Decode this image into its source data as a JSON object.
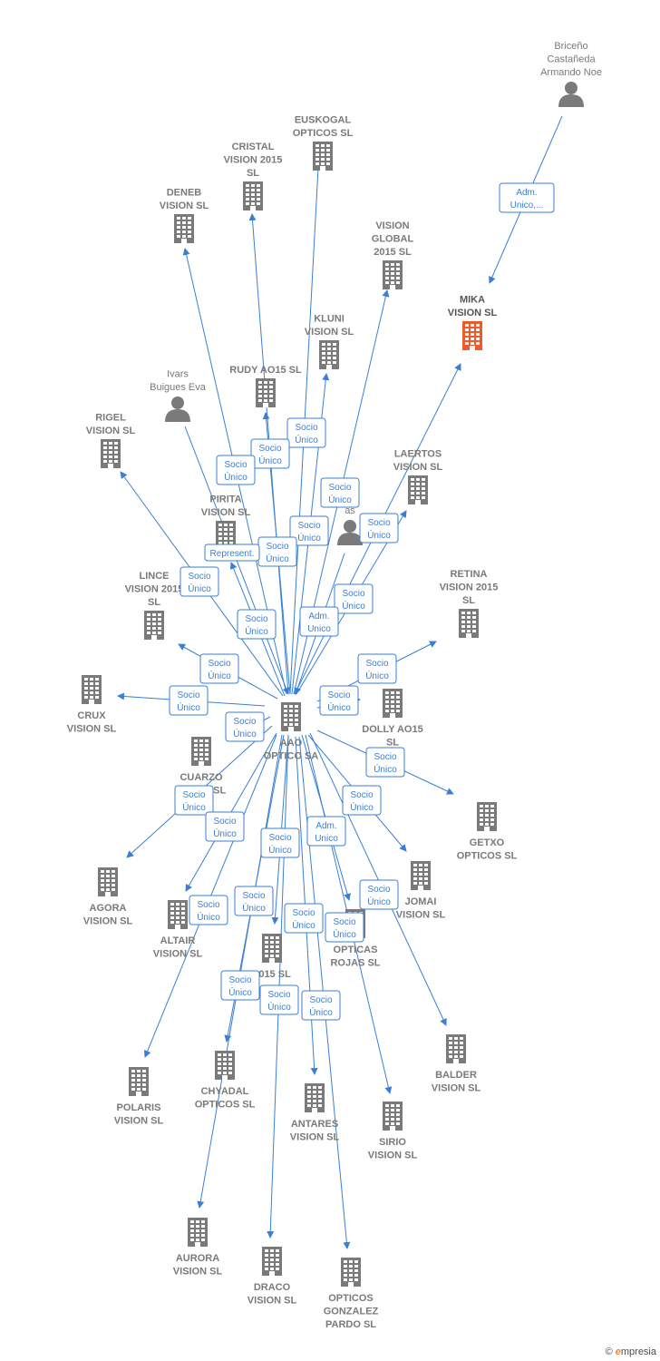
{
  "colors": {
    "edge": "#3a7fd5",
    "company": "#7a7a7a",
    "company_highlight": "#f05a28",
    "person": "#7a7a7a"
  },
  "nodes": [
    {
      "id": "aao",
      "label": [
        "AAO",
        "OPTICO SA"
      ],
      "kind": "company"
    },
    {
      "id": "mika",
      "label": [
        "MIKA",
        "VISION  SL"
      ],
      "kind": "company_highlight"
    },
    {
      "id": "briceno",
      "label": [
        "Briceño",
        "Castañeda",
        "Armando Noe"
      ],
      "kind": "person"
    },
    {
      "id": "euskogal",
      "label": [
        "EUSKOGAL",
        "OPTICOS  SL"
      ],
      "kind": "company"
    },
    {
      "id": "cristal",
      "label": [
        "CRISTAL",
        "VISION 2015",
        "SL"
      ],
      "kind": "company"
    },
    {
      "id": "deneb",
      "label": [
        "DENEB",
        "VISION  SL"
      ],
      "kind": "company"
    },
    {
      "id": "visionglobal",
      "label": [
        "VISION",
        "GLOBAL",
        "2015  SL"
      ],
      "kind": "company"
    },
    {
      "id": "kluni",
      "label": [
        "KLUNI",
        "VISION  SL"
      ],
      "kind": "company"
    },
    {
      "id": "rudy",
      "label": [
        "RUDY AO15  SL"
      ],
      "kind": "company"
    },
    {
      "id": "ivars",
      "label": [
        "Ivars",
        "Buigues Eva"
      ],
      "kind": "person"
    },
    {
      "id": "rigel",
      "label": [
        "RIGEL",
        "VISION  SL"
      ],
      "kind": "company"
    },
    {
      "id": "laertos",
      "label": [
        "LAERTOS",
        "VISION  SL"
      ],
      "kind": "company"
    },
    {
      "id": "pirita",
      "label": [
        "PIRITA",
        "VISION  SL"
      ],
      "kind": "company"
    },
    {
      "id": "person2",
      "label": [
        "as"
      ],
      "kind": "person"
    },
    {
      "id": "lince",
      "label": [
        "LINCE",
        "VISION 2015",
        "SL"
      ],
      "kind": "company"
    },
    {
      "id": "retina",
      "label": [
        "RETINA",
        "VISION 2015",
        "SL"
      ],
      "kind": "company"
    },
    {
      "id": "crux",
      "label": [
        "CRUX",
        "VISION  SL"
      ],
      "kind": "company"
    },
    {
      "id": "dolly",
      "label": [
        "DOLLY AO15",
        "SL"
      ],
      "kind": "company"
    },
    {
      "id": "cuarzo",
      "label": [
        "CUARZO",
        "VISION  SL"
      ],
      "kind": "company"
    },
    {
      "id": "getxo",
      "label": [
        "GETXO",
        "OPTICOS  SL"
      ],
      "kind": "company"
    },
    {
      "id": "agora",
      "label": [
        "AGORA",
        "VISION  SL"
      ],
      "kind": "company"
    },
    {
      "id": "jomai",
      "label": [
        "JOMAI",
        "VISION  SL"
      ],
      "kind": "company"
    },
    {
      "id": "altair",
      "label": [
        "ALTAIR",
        "VISION  SL"
      ],
      "kind": "company"
    },
    {
      "id": "x2015",
      "label": [
        "2015  SL"
      ],
      "kind": "company"
    },
    {
      "id": "opticasrojas",
      "label": [
        "OPTICAS",
        "ROJAS SL"
      ],
      "kind": "company"
    },
    {
      "id": "balder",
      "label": [
        "BALDER",
        "VISION  SL"
      ],
      "kind": "company"
    },
    {
      "id": "polaris",
      "label": [
        "POLARIS",
        "VISION  SL"
      ],
      "kind": "company"
    },
    {
      "id": "chyadal",
      "label": [
        "CHYADAL",
        "OPTICOS  SL"
      ],
      "kind": "company"
    },
    {
      "id": "antares",
      "label": [
        "ANTARES",
        "VISION  SL"
      ],
      "kind": "company"
    },
    {
      "id": "sirio",
      "label": [
        "SIRIO",
        "VISION  SL"
      ],
      "kind": "company"
    },
    {
      "id": "aurora",
      "label": [
        "AURORA",
        "VISION  SL"
      ],
      "kind": "company"
    },
    {
      "id": "draco",
      "label": [
        "DRACO",
        "VISION  SL"
      ],
      "kind": "company"
    },
    {
      "id": "gonzalez",
      "label": [
        "OPTICOS",
        "GONZALEZ",
        "PARDO  SL"
      ],
      "kind": "company"
    }
  ],
  "edges": [
    {
      "from": "briceno",
      "to": "mika",
      "label": [
        "Adm.",
        "Unico,..."
      ]
    },
    {
      "from": "aao",
      "to": "euskogal",
      "label": [
        "Socio",
        "Único"
      ]
    },
    {
      "from": "aao",
      "to": "cristal",
      "label": [
        "Socio",
        "Único"
      ]
    },
    {
      "from": "aao",
      "to": "deneb",
      "label": [
        "Socio",
        "Único"
      ]
    },
    {
      "from": "aao",
      "to": "visionglobal",
      "label": [
        "Socio",
        "Único"
      ]
    },
    {
      "from": "aao",
      "to": "kluni",
      "label": [
        "Socio",
        "Único"
      ]
    },
    {
      "from": "aao",
      "to": "rudy",
      "label": [
        "Socio",
        "Único"
      ]
    },
    {
      "from": "ivars",
      "to": "aao",
      "label": [
        "Represent."
      ]
    },
    {
      "from": "aao",
      "to": "rigel",
      "label": [
        "Socio",
        "Único"
      ]
    },
    {
      "from": "aao",
      "to": "laertos",
      "label": [
        "Socio",
        "Único"
      ]
    },
    {
      "from": "aao",
      "to": "mika",
      "label": [
        "Socio",
        "Único"
      ]
    },
    {
      "from": "aao",
      "to": "pirita",
      "label": [
        "Socio",
        "Único"
      ]
    },
    {
      "from": "person2",
      "to": "aao",
      "label": [
        "Adm.",
        "Unico"
      ]
    },
    {
      "from": "aao",
      "to": "lince",
      "label": [
        "Socio",
        "Único"
      ]
    },
    {
      "from": "aao",
      "to": "retina",
      "label": [
        "Socio",
        "Único"
      ]
    },
    {
      "from": "aao",
      "to": "crux",
      "label": [
        "Socio",
        "Único"
      ]
    },
    {
      "from": "aao",
      "to": "dolly",
      "label": [
        "Socio",
        "Único"
      ]
    },
    {
      "from": "aao",
      "to": "cuarzo",
      "label": [
        "Socio",
        "Único"
      ]
    },
    {
      "from": "aao",
      "to": "getxo",
      "label": [
        "Socio",
        "Único"
      ]
    },
    {
      "from": "aao",
      "to": "agora",
      "label": [
        "Socio",
        "Único"
      ]
    },
    {
      "from": "aao",
      "to": "jomai",
      "label": [
        "Socio",
        "Único"
      ]
    },
    {
      "from": "aao",
      "to": "altair",
      "label": [
        "Socio",
        "Único"
      ]
    },
    {
      "from": "aao",
      "to": "x2015",
      "label": [
        "Socio",
        "Único"
      ]
    },
    {
      "from": "aao",
      "to": "opticasrojas",
      "label": [
        "Adm.",
        "Unico"
      ]
    },
    {
      "from": "aao",
      "to": "balder",
      "label": [
        "Socio",
        "Único"
      ]
    },
    {
      "from": "aao",
      "to": "polaris",
      "label": [
        "Socio",
        "Único"
      ]
    },
    {
      "from": "aao",
      "to": "chyadal",
      "label": [
        "Socio",
        "Único"
      ]
    },
    {
      "from": "aao",
      "to": "antares",
      "label": [
        "Socio",
        "Único"
      ]
    },
    {
      "from": "aao",
      "to": "sirio",
      "label": [
        "Socio",
        "Único"
      ]
    },
    {
      "from": "aao",
      "to": "aurora",
      "label": [
        "Socio",
        "Único"
      ]
    },
    {
      "from": "aao",
      "to": "draco",
      "label": [
        "Socio",
        "Único"
      ]
    },
    {
      "from": "aao",
      "to": "gonzalez",
      "label": [
        "Socio",
        "Único"
      ]
    }
  ],
  "footer": {
    "copyright": "©",
    "brand_initial": "e",
    "brand_rest": "mpresia"
  }
}
